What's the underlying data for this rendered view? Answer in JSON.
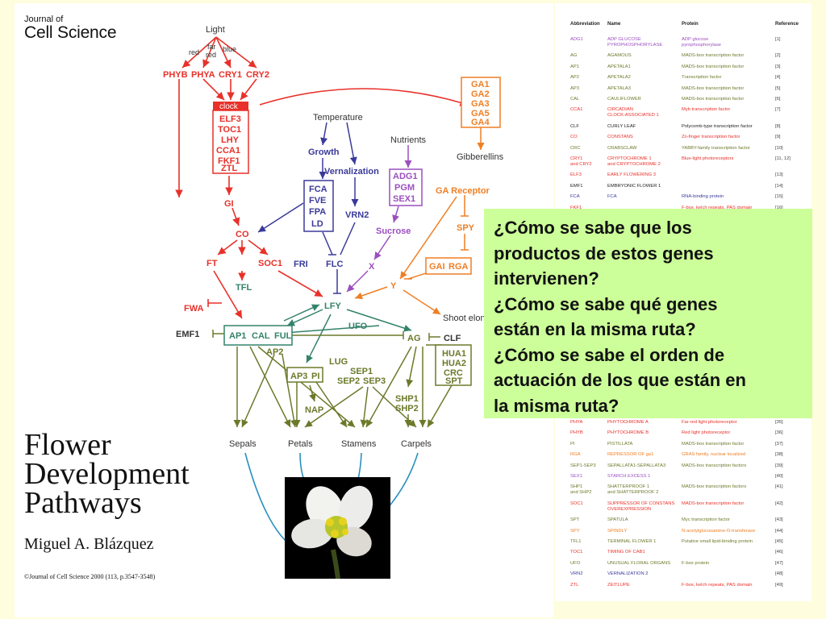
{
  "journal": {
    "line1": "Journal of",
    "line2": "Cell Science"
  },
  "title_lines": [
    "Flower",
    "Development",
    "Pathways"
  ],
  "author": "Miguel A. Blázquez",
  "copyright": "©Journal of Cell Science 2000 (113, p.3547-3548)",
  "colors": {
    "red": "#e8312a",
    "blue": "#3a3a9a",
    "purple": "#9b4fbf",
    "orange": "#ef7f25",
    "olive": "#6b7a2a",
    "green": "#33826a",
    "callout": "#ccff99",
    "background": "#fefede"
  },
  "diagram": {
    "labels": {
      "light": "Light",
      "red": "red",
      "far": "far",
      "far_red": "red",
      "blue": "blue",
      "phyb": "PHYB",
      "phya": "PHYA",
      "cry1": "CRY1",
      "cry2": "CRY2",
      "clock": "clock",
      "elf3": "ELF3",
      "toc1": "TOC1",
      "lhy": "LHY",
      "cca1": "CCA1",
      "fkf1": "FKF1",
      "ztl": "ZTL",
      "gi": "GI",
      "co": "CO",
      "ft": "FT",
      "soc1": "SOC1",
      "fwa": "FWA",
      "tfl": "TFL",
      "emf1": "EMF1",
      "temperature": "Temperature",
      "growth": "Growth",
      "vernalization": "Vernalization",
      "fca": "FCA",
      "fve": "FVE",
      "fpa": "FPA",
      "ld": "LD",
      "vrn2": "VRN2",
      "fri": "FRI",
      "flc": "FLC",
      "nutrients": "Nutrients",
      "adg1": "ADG1",
      "pgm": "PGM",
      "sex1": "SEX1",
      "sucrose": "Sucrose",
      "x": "X",
      "ga1": "GA1",
      "ga2": "GA2",
      "ga3": "GA3",
      "ga5": "GA5",
      "ga4": "GA4",
      "gibberellins": "Gibberellins",
      "ga_receptor": "GA Receptor",
      "spy": "SPY",
      "gai": "GAI",
      "rga": "RGA",
      "y": "Y",
      "lfy": "LFY",
      "ufo": "UFO",
      "shoot": "Shoot elon",
      "ap1": "AP1",
      "cal": "CAL",
      "ful": "FUL",
      "ap2": "AP2",
      "ag": "AG",
      "clf": "CLF",
      "hua1": "HUA1",
      "hua2": "HUA2",
      "crc": "CRC",
      "spt": "SPT",
      "ap3": "AP3",
      "pi": "PI",
      "lug": "LUG",
      "sep1": "SEP1",
      "sep2": "SEP2",
      "sep3": "SEP3",
      "nap": "NAP",
      "shp1": "SHP1",
      "shp2": "SHP2",
      "sepals": "Sepals",
      "petals": "Petals",
      "stamens": "Stamens",
      "carpels": "Carpels"
    }
  },
  "table": {
    "headers": {
      "abbr": "Abbreviation",
      "name": "Name",
      "protein": "Protein",
      "ref": "Reference"
    },
    "rows_top": [
      {
        "abbr": "ADG1",
        "name": "ADP GLUCOSE\nPYROPHOSPHORYLASE",
        "protein": "ADP glucose\npyrophosphorylase",
        "ref": "[1]",
        "color": "#9b4fbf"
      },
      {
        "abbr": "AG",
        "name": "AGAMOUS",
        "protein": "MADS-box transcription factor",
        "ref": "[2]",
        "color": "#6b7a2a"
      },
      {
        "abbr": "AP1",
        "name": "APETALA1",
        "protein": "MADS-box transcription factor",
        "ref": "[3]",
        "color": "#6b7a2a"
      },
      {
        "abbr": "AP2",
        "name": "APETALA2",
        "protein": "Transcription factor",
        "ref": "[4]",
        "color": "#6b7a2a"
      },
      {
        "abbr": "AP3",
        "name": "APETALA3",
        "protein": "MADS-box transcription factor",
        "ref": "[5]",
        "color": "#6b7a2a"
      },
      {
        "abbr": "CAL",
        "name": "CAULIFLOWER",
        "protein": "MADS-box transcription factor",
        "ref": "[6]",
        "color": "#6b7a2a"
      },
      {
        "abbr": "CCA1",
        "name": "CIRCADIAN\nCLOCK-ASSOCIATED 1",
        "protein": "Myb transcription factor",
        "ref": "[7]",
        "color": "#e8312a"
      },
      {
        "abbr": "CLF",
        "name": "CURLY LEAF",
        "protein": "Polycomb-type transcription factor",
        "ref": "[8]",
        "color": "#222222"
      },
      {
        "abbr": "CO",
        "name": "CONSTANS",
        "protein": "Zn-finger transcription factor",
        "ref": "[9]",
        "color": "#e8312a"
      },
      {
        "abbr": "CRC",
        "name": "CRABSCLAW",
        "protein": "YABBY-family transcription factor",
        "ref": "[10]",
        "color": "#6b7a2a"
      },
      {
        "abbr": "CRY1\nand CRY2",
        "name": "CRYPTOCHROME 1\nand CRYPTOCHROME 2",
        "protein": "Blue-light photoreceptors",
        "ref": "[11, 12]",
        "color": "#e8312a"
      },
      {
        "abbr": "ELF3",
        "name": "EARLY FLOWERING 3",
        "protein": "",
        "ref": "[13]",
        "color": "#e8312a"
      },
      {
        "abbr": "EMF1",
        "name": "EMBRYONIC FLOWER 1",
        "protein": "",
        "ref": "[14]",
        "color": "#222222"
      },
      {
        "abbr": "FCA",
        "name": "FCA",
        "protein": "RNA-binding protein",
        "ref": "[15]",
        "color": "#3a3a9a"
      },
      {
        "abbr": "FKF1",
        "name": "",
        "protein": "F-box, kelch repeats, PAS domain",
        "ref": "[16]",
        "color": "#e8312a"
      }
    ],
    "rows_bottom": [
      {
        "abbr": "PHYA",
        "name": "PHYTOCHROME A",
        "protein": "Far-red light photoreceptor",
        "ref": "[35]",
        "color": "#e8312a"
      },
      {
        "abbr": "PHYB",
        "name": "PHYTOCHROME B",
        "protein": "Red light photoreceptor",
        "ref": "[36]",
        "color": "#e8312a"
      },
      {
        "abbr": "PI",
        "name": "PISTILLATA",
        "protein": "MADS-box transcription factor",
        "ref": "[37]",
        "color": "#6b7a2a"
      },
      {
        "abbr": "RGA",
        "name": "REPRESSOR OF ga1",
        "protein": "GRAS family, nuclear localized",
        "ref": "[38]",
        "color": "#ef7f25"
      },
      {
        "abbr": "SEP1-SEP3",
        "name": "SEPALLATA1-SEPALLATA3",
        "protein": "MADS-box transcription factors",
        "ref": "[39]",
        "color": "#6b7a2a"
      },
      {
        "abbr": "SEX1",
        "name": "STARCH EXCESS 1",
        "protein": "",
        "ref": "[40]",
        "color": "#9b4fbf"
      },
      {
        "abbr": "SHP1\nand SHP2",
        "name": "SHATTERPROOF 1\nand SHATTERPROOF 2",
        "protein": "MADS-box transcription factors",
        "ref": "[41]",
        "color": "#6b7a2a"
      },
      {
        "abbr": "SOC1",
        "name": "SUPPRESSOR OF CONSTANS\nOVEREXPRESSION",
        "protein": "MADS-box transcription factor",
        "ref": "[42]",
        "color": "#e8312a"
      },
      {
        "abbr": "SPT",
        "name": "SPATULA",
        "protein": "Myc transcription factor",
        "ref": "[43]",
        "color": "#6b7a2a"
      },
      {
        "abbr": "SPY",
        "name": "SPINDLY",
        "protein": "N-acetylglucosamine-O-transferase",
        "ref": "[44]",
        "color": "#ef7f25"
      },
      {
        "abbr": "TFL1",
        "name": "TERMINAL FLOWER 1",
        "protein": "Putative small lipid-binding protein",
        "ref": "[45]",
        "color": "#6b7a2a"
      },
      {
        "abbr": "TOC1",
        "name": "TIMING OF CAB1",
        "protein": "",
        "ref": "[46]",
        "color": "#e8312a"
      },
      {
        "abbr": "UFO",
        "name": "UNUSUAL FLORAL ORGANS",
        "protein": "F-box protein",
        "ref": "[47]",
        "color": "#6b7a2a"
      },
      {
        "abbr": "VRN2",
        "name": "VERNALIZATION 2",
        "protein": "",
        "ref": "[48]",
        "color": "#3a3a9a"
      },
      {
        "abbr": "ZTL",
        "name": "ZEITLUPE",
        "protein": "F-box, kelch repeats, PAS domain",
        "ref": "[49]",
        "color": "#e8312a"
      }
    ]
  },
  "callout": {
    "lines": [
      "¿Cómo se sabe que los",
      "productos de estos genes",
      "intervienen?",
      "¿Cómo se sabe qué genes",
      "están en la misma ruta?",
      "¿Cómo se sabe el orden de",
      "actuación de los que están en",
      "la misma ruta?"
    ]
  }
}
